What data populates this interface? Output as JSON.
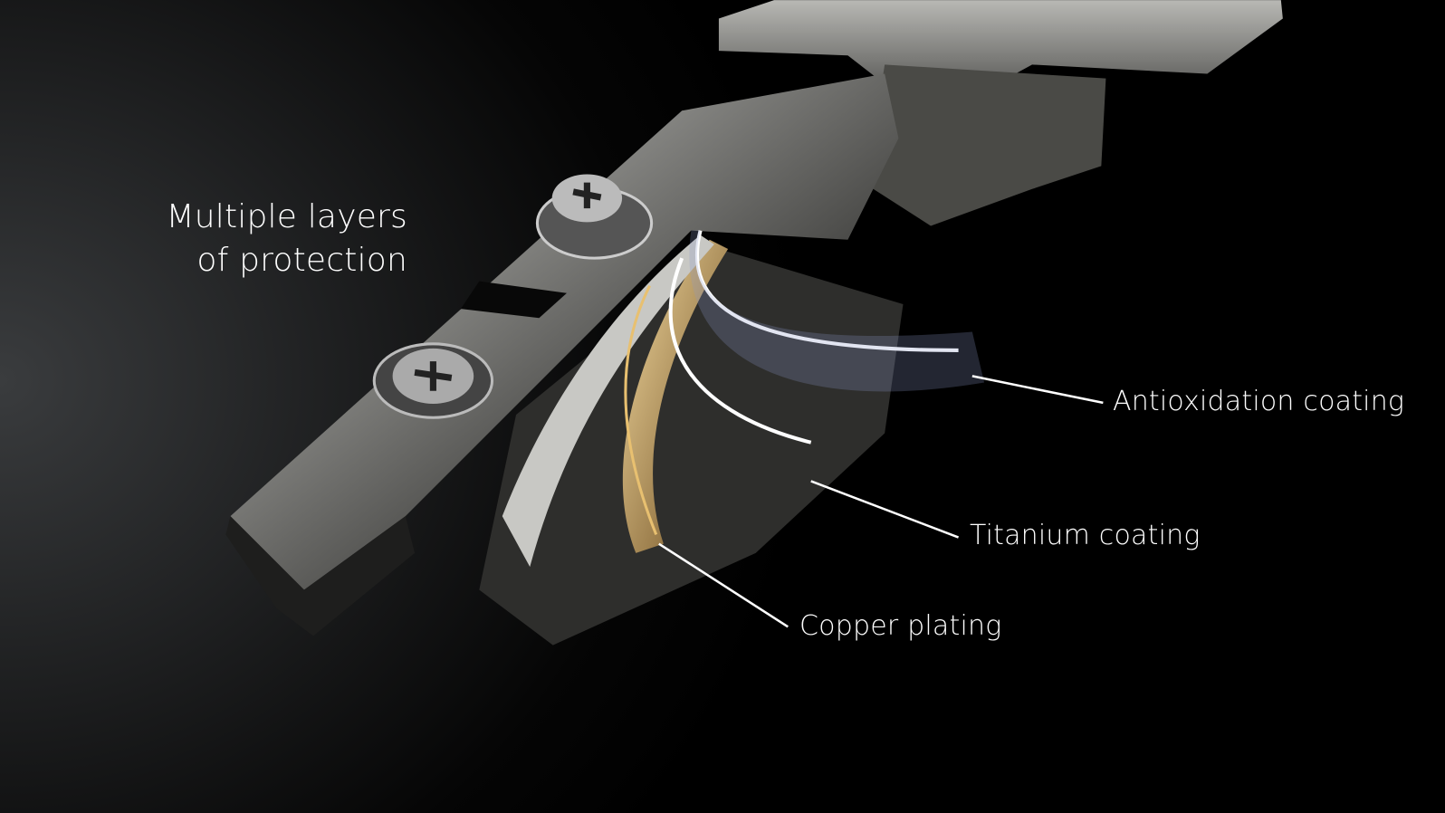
{
  "headline": {
    "line1": "Multiple layers",
    "line2": "of protection"
  },
  "callouts": [
    {
      "label": "Antioxidation coating"
    },
    {
      "label": "Titanium coating"
    },
    {
      "label": "Copper plating"
    }
  ],
  "colors": {
    "background": "#000000",
    "text": "#ffffff",
    "metal": "#8a8a86",
    "copper": "#c9a050"
  }
}
